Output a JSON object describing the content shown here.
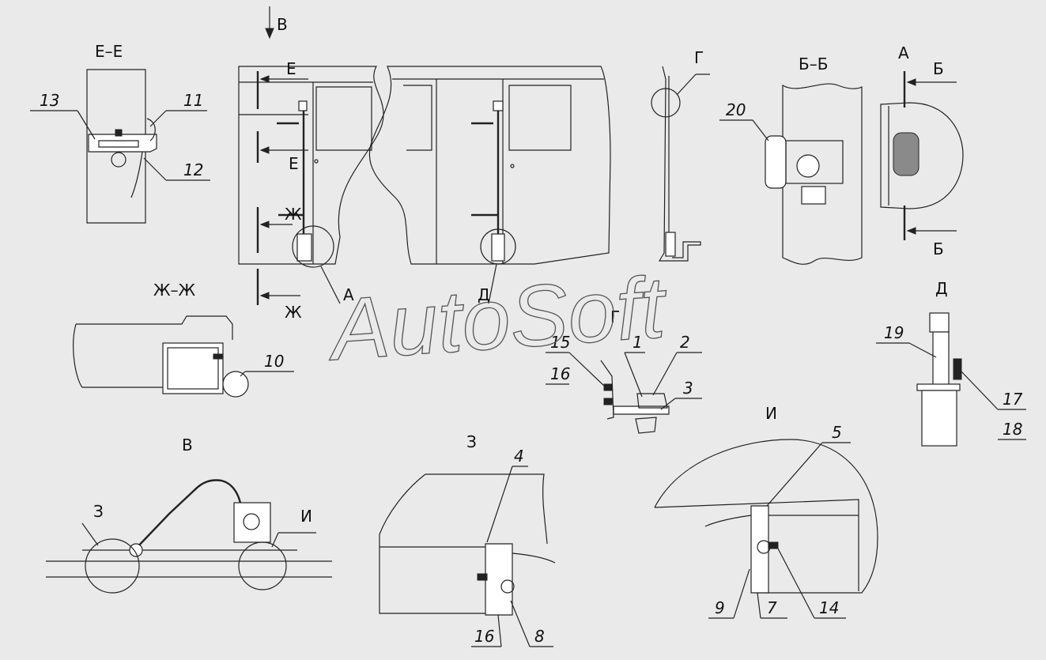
{
  "colors": {
    "background": "#eaeaea",
    "line": "#222222"
  },
  "watermark": "AutoSoft",
  "views": {
    "ee": "Е–Е",
    "zhzh": "Ж–Ж",
    "bb": "Б–Б",
    "v": "В",
    "z": "З",
    "i": "И",
    "d": "Д",
    "g": "Г"
  },
  "main_view_marks": {
    "v_arrow": "В",
    "e_top": "Е",
    "e_bottom": "Е",
    "zh_top": "Ж",
    "zh_bottom": "Ж",
    "a_callout": "А",
    "d_callout": "Д",
    "g_callout": "Г"
  },
  "view_a_marks": {
    "a": "А",
    "b_top": "Б",
    "b_bottom": "Б"
  },
  "view_v_marks": {
    "z": "З",
    "i": "И"
  },
  "parts": {
    "p1": "1",
    "p2": "2",
    "p3": "3",
    "p4": "4",
    "p5": "5",
    "p7": "7",
    "p8": "8",
    "p9": "9",
    "p10": "10",
    "p11": "11",
    "p12": "12",
    "p13": "13",
    "p14": "14",
    "p15": "15",
    "p16a": "16",
    "p16b": "16",
    "p17": "17",
    "p18": "18",
    "p19": "19",
    "p20": "20"
  }
}
